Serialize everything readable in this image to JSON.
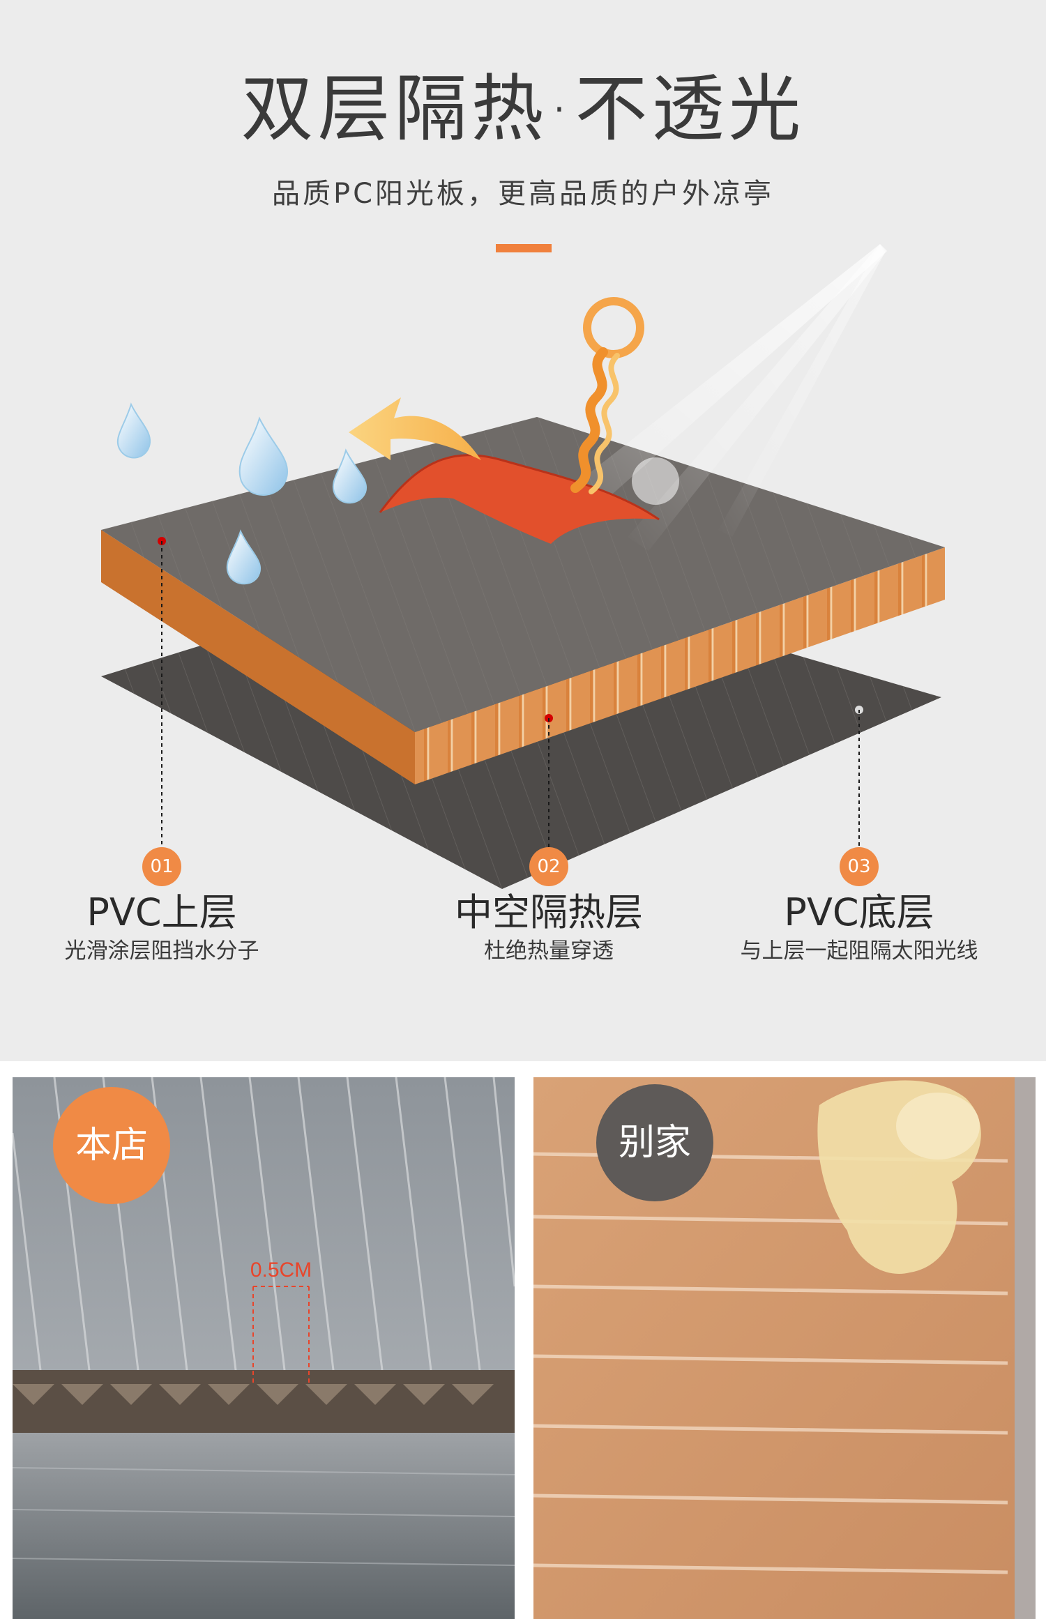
{
  "header": {
    "title": "双层隔热·不透光",
    "subtitle": "品质PC阳光板，更高品质的户外凉亭"
  },
  "colors": {
    "accent": "#f0803c",
    "background": "#ececec",
    "panel_gray": "#6f6b68",
    "honeycomb": "#d9823c"
  },
  "layers": [
    {
      "num": "01",
      "title": "PVC上层",
      "desc": "光滑涂层阻挡水分子"
    },
    {
      "num": "02",
      "title": "中空隔热层",
      "desc": "杜绝热量穿透"
    },
    {
      "num": "03",
      "title": "PVC底层",
      "desc": "与上层一起阻隔太阳光线"
    }
  ],
  "comparison": {
    "ours_label": "本店",
    "other_label": "别家",
    "measurement": "0.5CM"
  }
}
